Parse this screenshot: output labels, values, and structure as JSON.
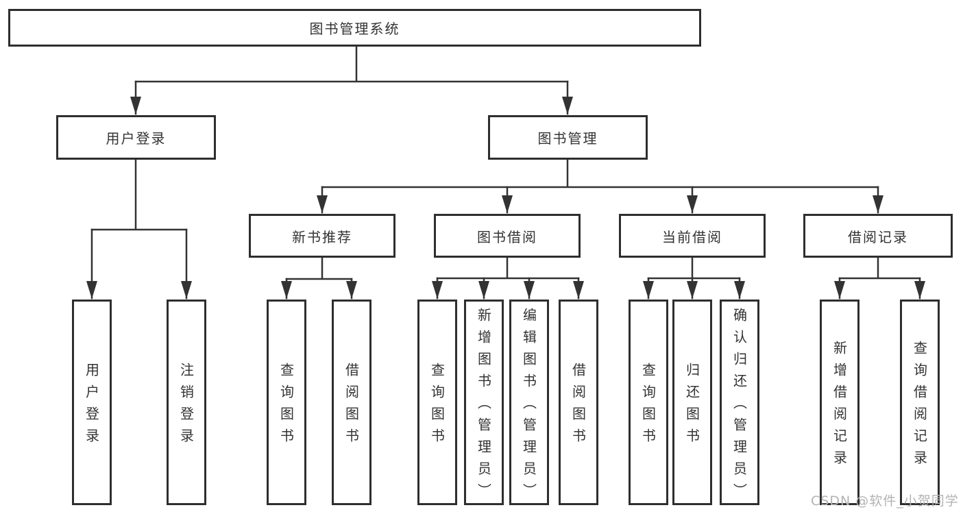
{
  "root": {
    "label": "图书管理系统"
  },
  "level2": [
    {
      "label": "用户登录"
    },
    {
      "label": "图书管理"
    }
  ],
  "level3": [
    {
      "label": "新书推荐"
    },
    {
      "label": "图书借阅"
    },
    {
      "label": "当前借阅"
    },
    {
      "label": "借阅记录"
    }
  ],
  "leaves": [
    {
      "label": "用户登录"
    },
    {
      "label": "注销登录"
    },
    {
      "label": "查询图书"
    },
    {
      "label": "借阅图书"
    },
    {
      "label": "查询图书"
    },
    {
      "label": "新增图书（管理员）"
    },
    {
      "label": "编辑图书（管理员）"
    },
    {
      "label": "借阅图书"
    },
    {
      "label": "查询图书"
    },
    {
      "label": "归还图书"
    },
    {
      "label": "确认归还（管理员）"
    },
    {
      "label": "新增借阅记录"
    },
    {
      "label": "查询借阅记录"
    }
  ],
  "watermark": {
    "text": "CSDN @软件_小贺同学"
  },
  "colors": {
    "line": "#333333",
    "border": "#2e2e2e",
    "text": "#333333",
    "watermark": "#b3b3b3",
    "background": "#ffffff"
  }
}
